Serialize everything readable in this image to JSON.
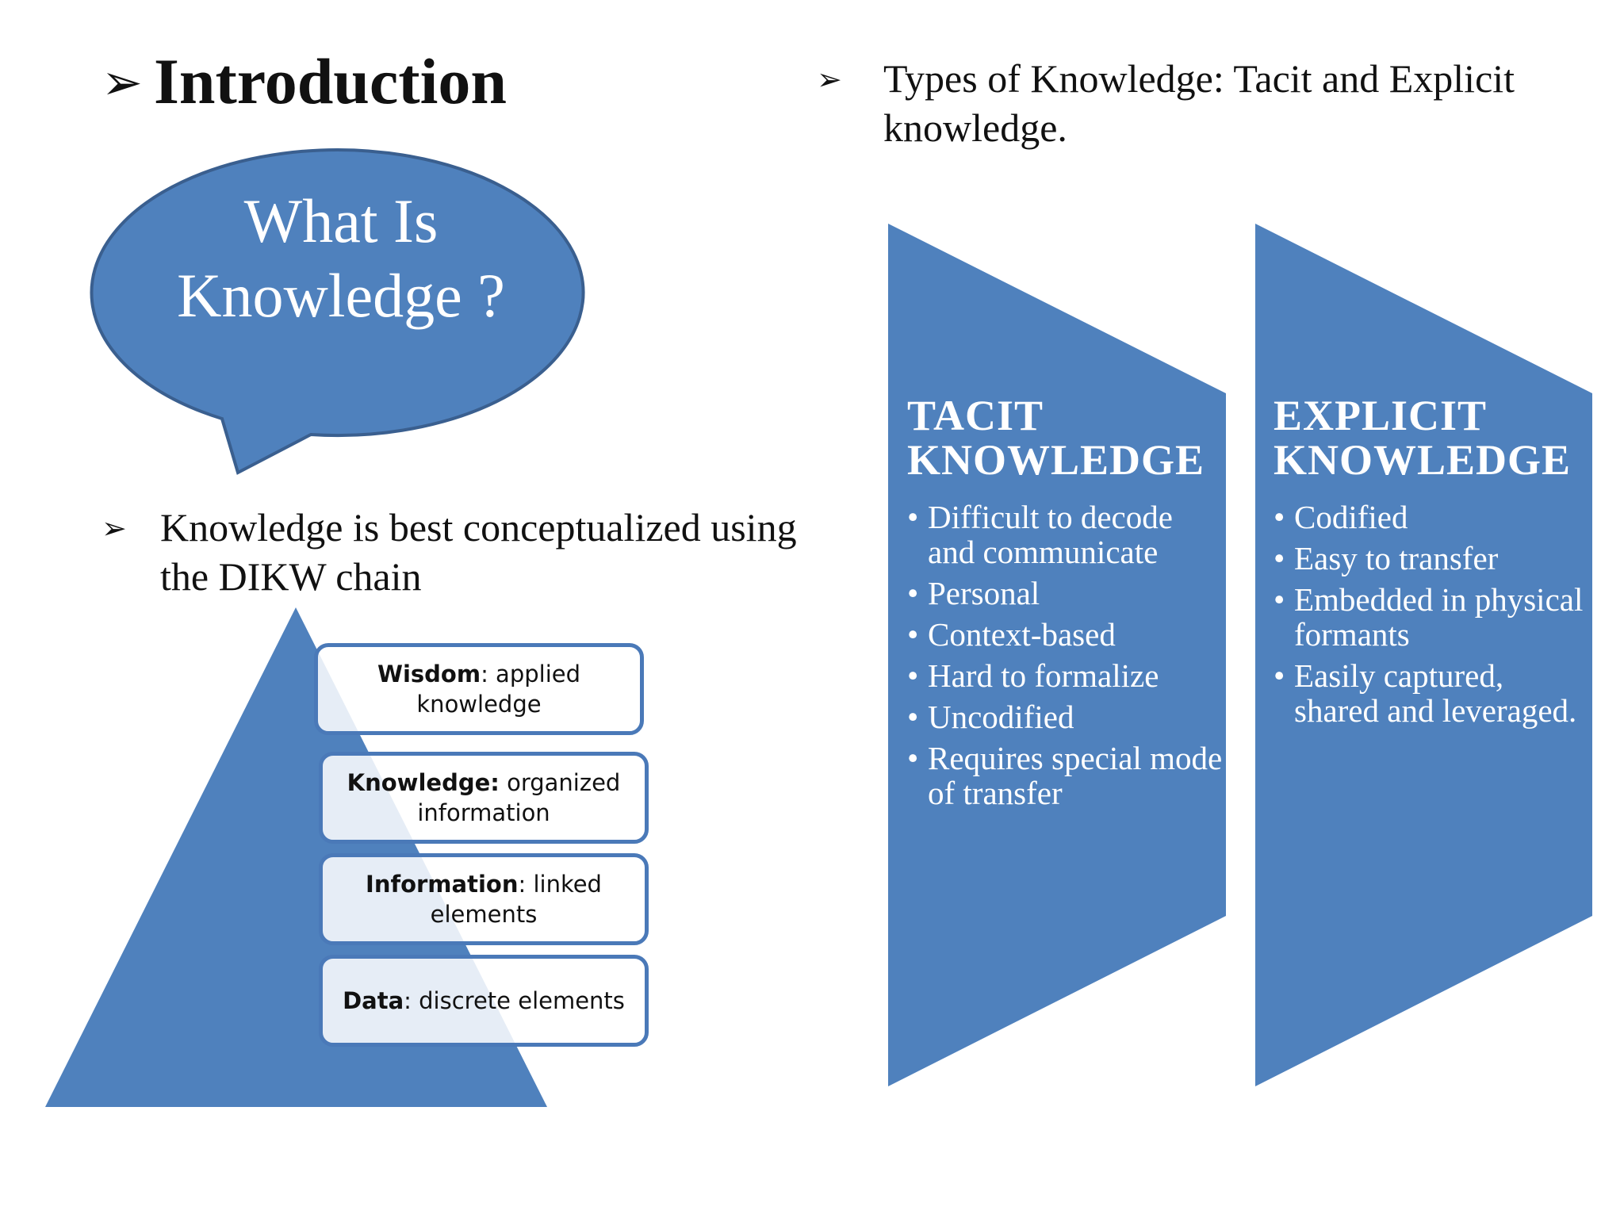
{
  "heading": {
    "bullet": "➢",
    "title": "Introduction"
  },
  "types": {
    "bullet": "➢",
    "text": "Types of Knowledge: Tacit and Explicit knowledge."
  },
  "bubble": {
    "text": "What Is Knowledge ?"
  },
  "dikw": {
    "bullet": "➢",
    "text": "Knowledge is best conceptualized using the DIKW chain",
    "levels": [
      {
        "term": "Wisdom",
        "definition": ": applied knowledge"
      },
      {
        "term": "Knowledge:",
        "definition": " organized information"
      },
      {
        "term": "Information",
        "definition": ": linked elements"
      },
      {
        "term": "Data",
        "definition": ": discrete elements"
      }
    ]
  },
  "tacit": {
    "title": "TACIT KNOWLEDGE",
    "items": [
      "Difficult to decode and communicate",
      "Personal",
      "Context-based",
      "Hard to formalize",
      "Uncodified",
      "Requires special mode of transfer"
    ]
  },
  "explicit": {
    "title": "EXPLICIT KNOWLEDGE",
    "items": [
      "Codified",
      "Easy to transfer",
      "Embedded in physical formants",
      "Easily captured, shared and leveraged."
    ]
  },
  "colors": {
    "shape_blue": "#4f81bd",
    "shape_border": "#3a5f8f",
    "box_border": "#4a79b8"
  }
}
